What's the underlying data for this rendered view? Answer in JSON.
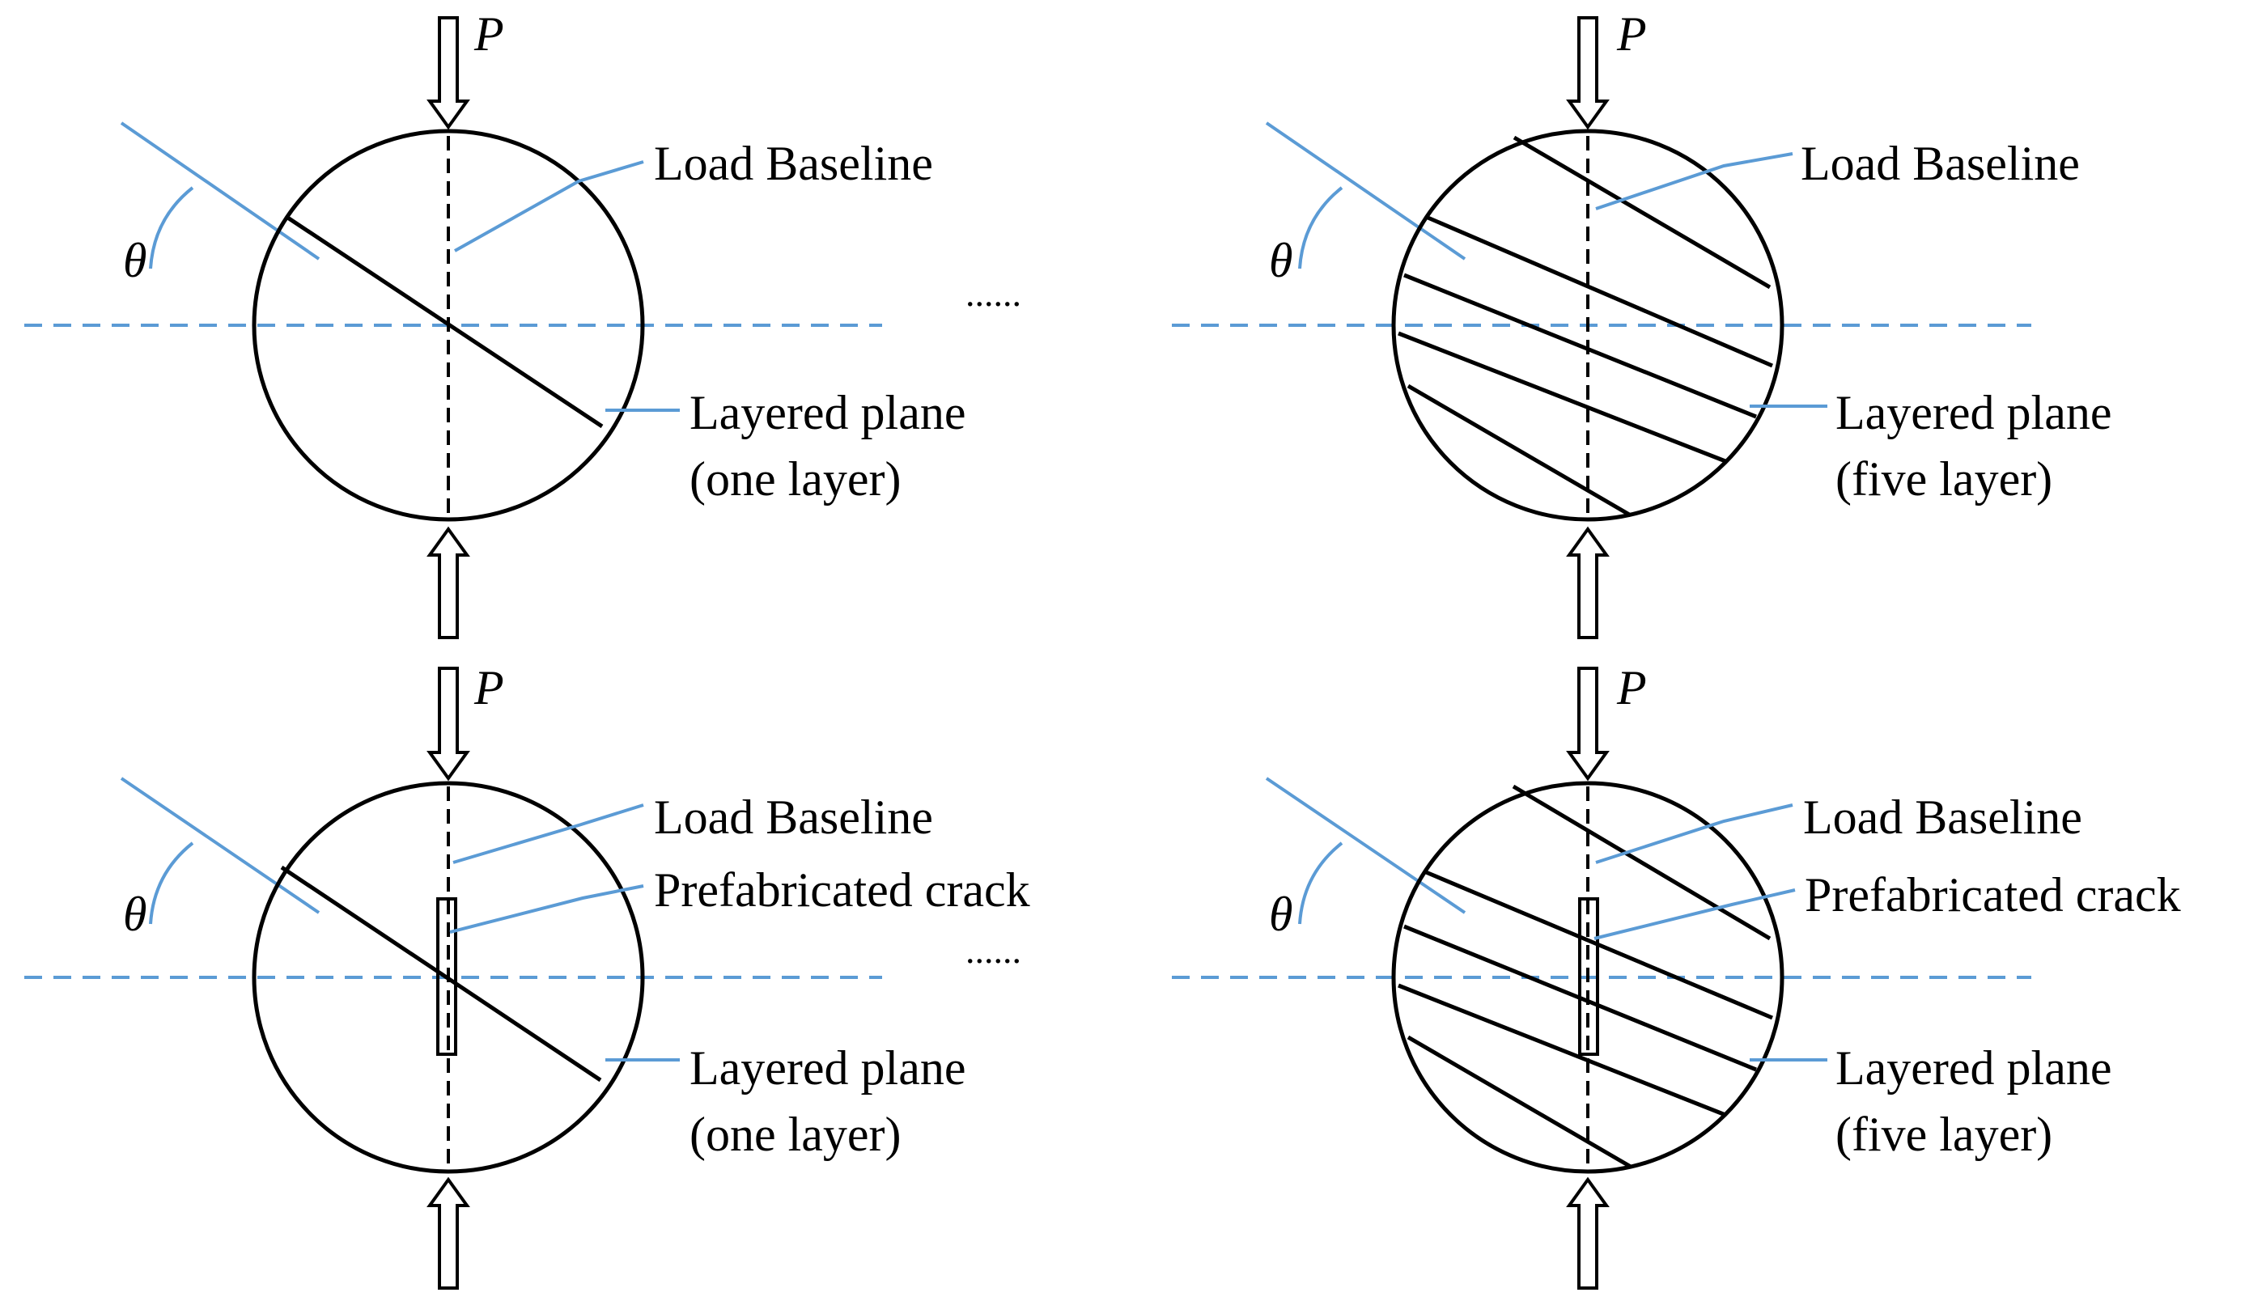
{
  "colors": {
    "ink": "#000000",
    "annotation": "#5b9bd5",
    "background": "#ffffff"
  },
  "panels": [
    {
      "id": "one-layer",
      "load_symbol": "P",
      "angle_symbol": "θ",
      "layers": 1,
      "crack": false,
      "labels": {
        "baseline": "Load Baseline",
        "plane_line1": "Layered plane",
        "plane_line2": "(one layer)"
      },
      "continuation": "......"
    },
    {
      "id": "five-layer",
      "load_symbol": "P",
      "angle_symbol": "θ",
      "layers": 5,
      "crack": false,
      "labels": {
        "baseline": "Load Baseline",
        "plane_line1": "Layered plane",
        "plane_line2": "(five layer)"
      }
    },
    {
      "id": "one-layer-cracked",
      "load_symbol": "P",
      "angle_symbol": "θ",
      "layers": 1,
      "crack": true,
      "labels": {
        "baseline": "Load Baseline",
        "crack": "Prefabricated crack",
        "plane_line1": "Layered plane",
        "plane_line2": "(one layer)"
      },
      "continuation": "......"
    },
    {
      "id": "five-layer-cracked",
      "load_symbol": "P",
      "angle_symbol": "θ",
      "layers": 5,
      "crack": true,
      "labels": {
        "baseline": "Load Baseline",
        "crack": "Prefabricated crack",
        "plane_line1": "Layered plane",
        "plane_line2": "(five layer)"
      }
    }
  ]
}
